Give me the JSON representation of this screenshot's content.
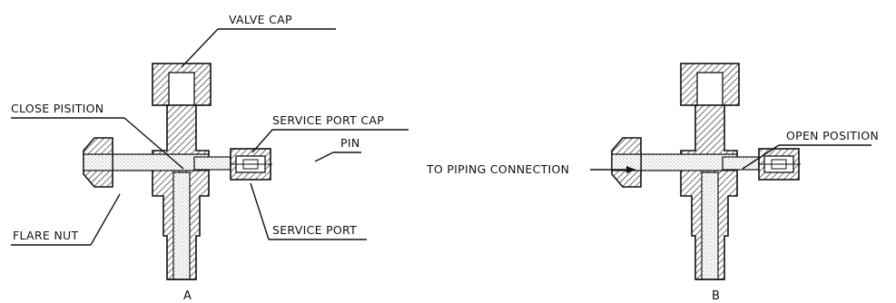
{
  "labels": {
    "valve_cap": "VALVE CAP",
    "close_position": "CLOSE PISITION",
    "service_port_cap": "SERVICE PORT CAP",
    "pin": "PIN",
    "flare_nut": "FLARE NUT",
    "service_port": "SERVICE PORT",
    "open_position": "OPEN POSITION",
    "to_piping": "TO PIPING CONNECTION"
  },
  "panels": {
    "a": "A",
    "b": "B"
  }
}
